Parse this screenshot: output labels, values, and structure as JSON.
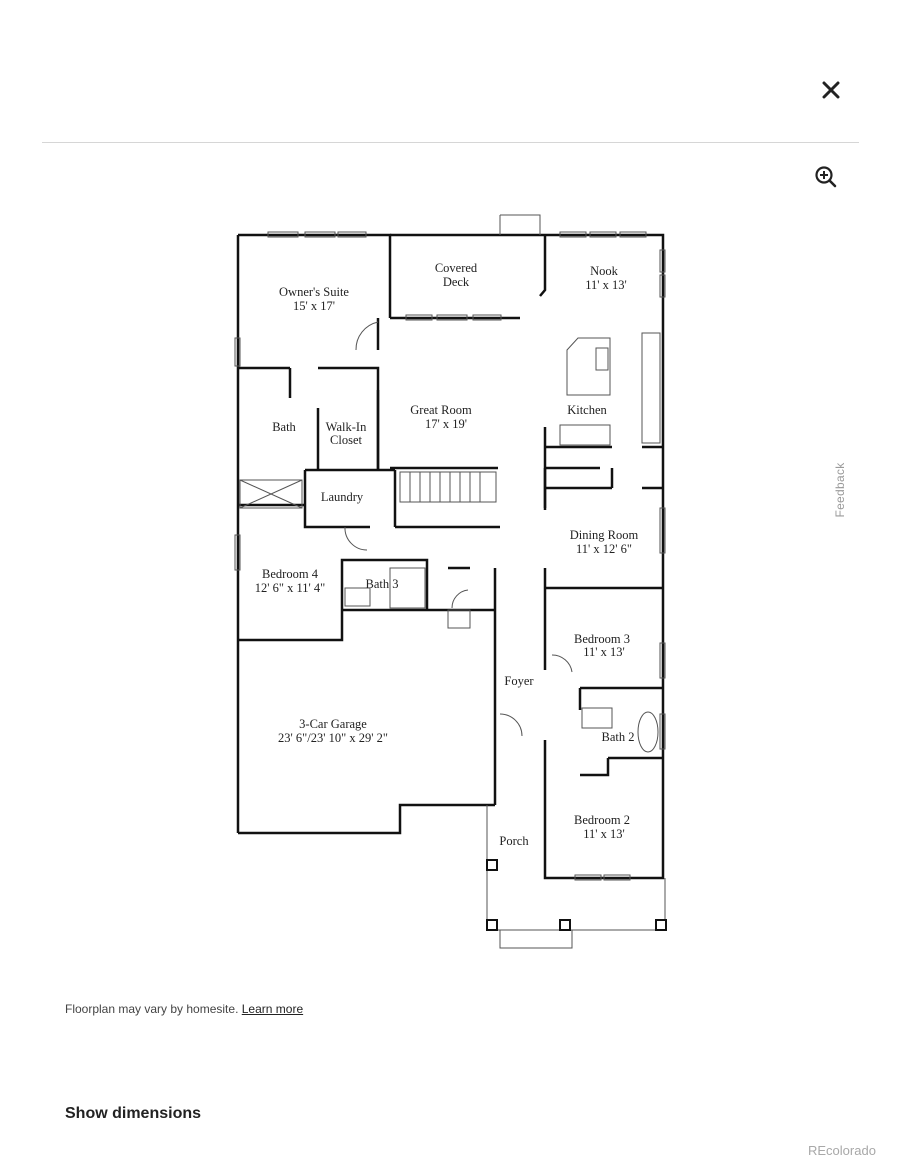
{
  "header": {
    "close_icon": "close-icon",
    "zoom_icon": "zoom-in-icon"
  },
  "floorplan": {
    "rooms": [
      {
        "name": "Owner's Suite",
        "size": "15' x 17'"
      },
      {
        "name": "Covered",
        "name2": "Deck"
      },
      {
        "name": "Nook",
        "size": "11' x 13'"
      },
      {
        "name": "Great Room",
        "size": "17' x 19'"
      },
      {
        "name": "Kitchen"
      },
      {
        "name": "Bath"
      },
      {
        "name": "Walk-In",
        "name2": "Closet"
      },
      {
        "name": "Laundry"
      },
      {
        "name": "Dining Room",
        "size": "11' x 12' 6\""
      },
      {
        "name": "Bedroom 4",
        "size": "12' 6\" x 11' 4\""
      },
      {
        "name": "Bath 3"
      },
      {
        "name": "Bedroom 3",
        "size": "11' x 13'"
      },
      {
        "name": "Foyer"
      },
      {
        "name": "Bath 2"
      },
      {
        "name": "3-Car Garage",
        "size": "23' 6\"/23' 10\" x 29' 2\""
      },
      {
        "name": "Bedroom 2",
        "size": "11' x 13'"
      },
      {
        "name": "Porch"
      }
    ]
  },
  "side": {
    "feedback_label": "Feedback"
  },
  "footer": {
    "disclaimer": "Floorplan may vary by homesite.",
    "learn_more": "Learn more",
    "show_dimensions": "Show dimensions",
    "watermark": "REcolorado"
  }
}
